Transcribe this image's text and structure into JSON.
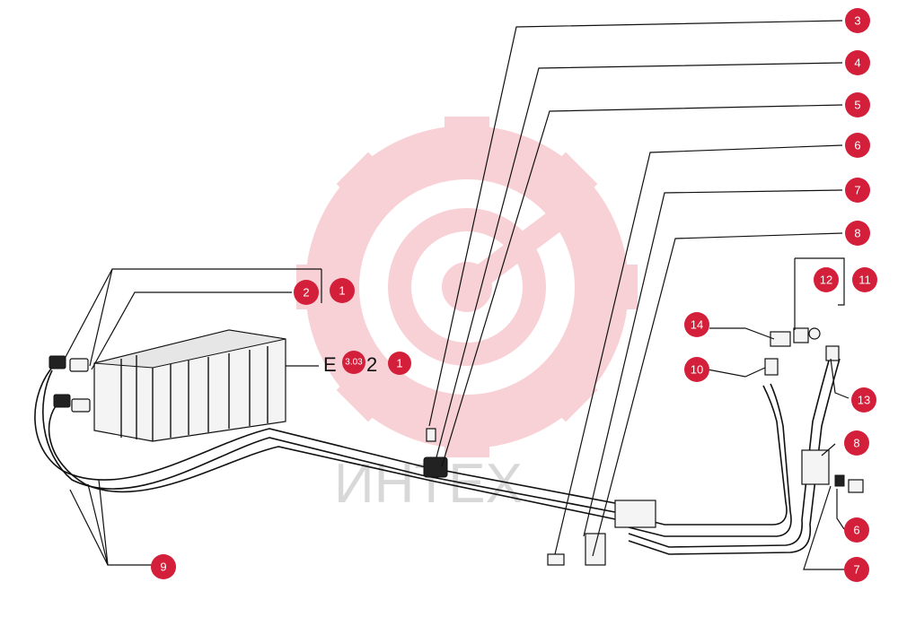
{
  "watermark": {
    "text": "ИНТЕХ",
    "gear_color": "#f7c9cf"
  },
  "reference": {
    "prefix": "E",
    "badge": "3.03",
    "suffix": "2",
    "num": "1"
  },
  "callouts": [
    {
      "id": "3",
      "label": "3"
    },
    {
      "id": "4",
      "label": "4"
    },
    {
      "id": "5",
      "label": "5"
    },
    {
      "id": "6a",
      "label": "6"
    },
    {
      "id": "7a",
      "label": "7"
    },
    {
      "id": "8a",
      "label": "8"
    },
    {
      "id": "1a",
      "label": "1"
    },
    {
      "id": "2",
      "label": "2"
    },
    {
      "id": "12",
      "label": "12"
    },
    {
      "id": "11",
      "label": "11"
    },
    {
      "id": "14",
      "label": "14"
    },
    {
      "id": "10",
      "label": "10"
    },
    {
      "id": "13",
      "label": "13"
    },
    {
      "id": "8b",
      "label": "8"
    },
    {
      "id": "6b",
      "label": "6"
    },
    {
      "id": "7b",
      "label": "7"
    },
    {
      "id": "9",
      "label": "9"
    }
  ],
  "accent_color": "#d31f3a"
}
